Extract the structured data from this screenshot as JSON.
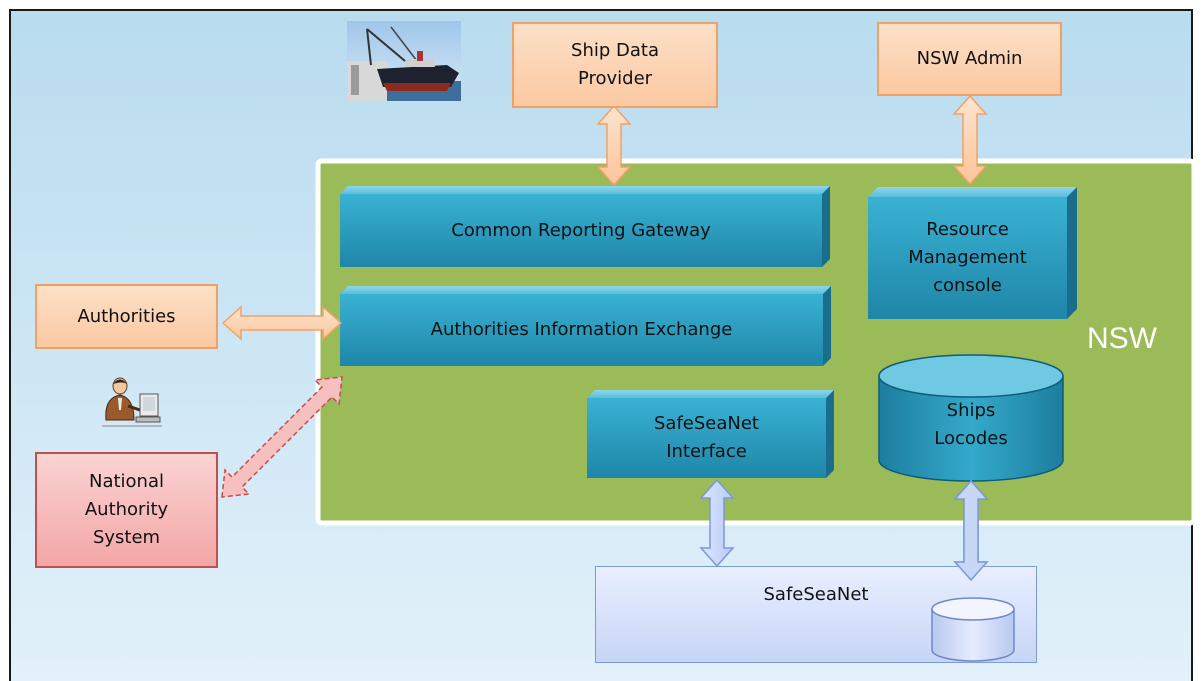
{
  "nsw_label": "NSW",
  "external": {
    "ship_data_provider": "Ship Data\nProvider",
    "nsw_admin": "NSW Admin",
    "authorities": "Authorities",
    "national_authority_system": "National\nAuthority\nSystem"
  },
  "modules": {
    "common_reporting_gateway": "Common Reporting Gateway",
    "authorities_information_exchange": "Authorities Information Exchange",
    "resource_management_console": "Resource\nManagement\nconsole",
    "safeseanet_interface": "SafeSeaNet\nInterface",
    "ships_locodes": "Ships\nLocodes"
  },
  "safeseanet": "SafeSeaNet",
  "colors": {
    "nsw_platform": "#9bbb59",
    "module_blue": "#31a7c8",
    "external_orange": "#fbc9a2",
    "national_red": "#f3a6a6",
    "safeseanet_blue": "#c7d5f6"
  },
  "icons": [
    "ship-photo",
    "person-at-computer-icon",
    "database-icon"
  ]
}
